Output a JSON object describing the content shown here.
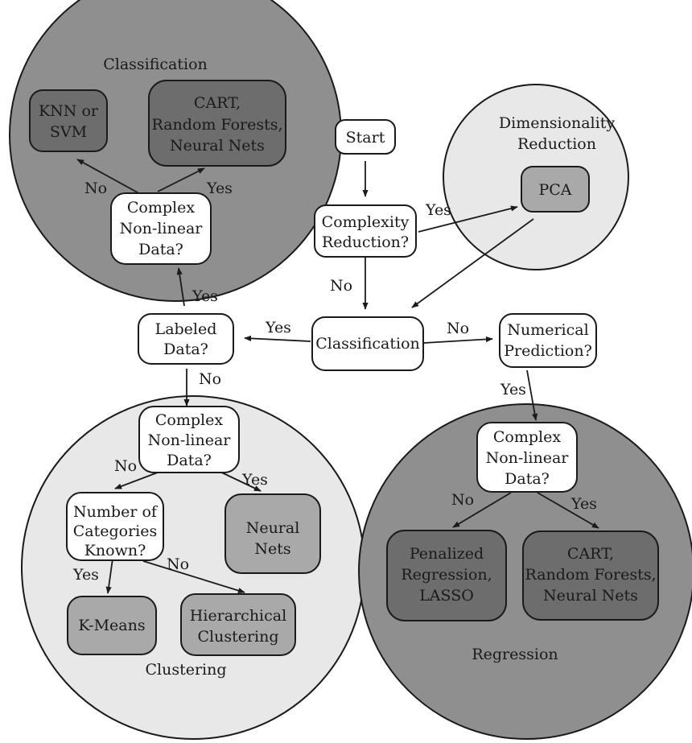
{
  "regions": {
    "classification": "Classification",
    "dimensionality_reduction": [
      "Dimensionality",
      "Reduction"
    ],
    "clustering": "Clustering",
    "regression": "Regression"
  },
  "nodes": {
    "start": [
      "Start"
    ],
    "complexity_reduction": [
      "Complexity",
      "Reduction?"
    ],
    "pca": [
      "PCA"
    ],
    "classification_decision": [
      "Classification"
    ],
    "labeled_data": [
      "Labeled",
      "Data?"
    ],
    "numerical_prediction": [
      "Numerical",
      "Prediction?"
    ],
    "class_complex": [
      "Complex",
      "Non-linear",
      "Data?"
    ],
    "knn_svm": [
      "KNN or",
      "SVM"
    ],
    "class_cart": [
      "CART,",
      "Random Forests,",
      "Neural Nets"
    ],
    "clust_complex": [
      "Complex",
      "Non-linear",
      "Data?"
    ],
    "num_categories": [
      "Number of",
      "Categories",
      "Known?"
    ],
    "neural_nets": [
      "Neural",
      "Nets"
    ],
    "kmeans": [
      "K-Means"
    ],
    "hierarchical": [
      "Hierarchical",
      "Clustering"
    ],
    "reg_complex": [
      "Complex",
      "Non-linear",
      "Data?"
    ],
    "penalized": [
      "Penalized",
      "Regression,",
      "LASSO"
    ],
    "reg_cart": [
      "CART,",
      "Random Forests,",
      "Neural Nets"
    ]
  },
  "edge_labels": {
    "complexity_yes": "Yes",
    "complexity_no": "No",
    "classification_yes": "Yes",
    "classification_no": "No",
    "labeled_yes": "Yes",
    "labeled_no": "No",
    "class_complex_no": "No",
    "class_complex_yes": "Yes",
    "numerical_yes": "Yes",
    "clust_complex_no": "No",
    "clust_complex_yes": "Yes",
    "categories_yes": "Yes",
    "categories_no": "No",
    "reg_complex_no": "No",
    "reg_complex_yes": "Yes"
  },
  "colors": {
    "dark_region": "#8f8f8f",
    "light_region": "#e8e8e8",
    "decision_box": "#ffffff",
    "mid_box": "#a9a9a9",
    "dark_box": "#6d6d6d"
  }
}
